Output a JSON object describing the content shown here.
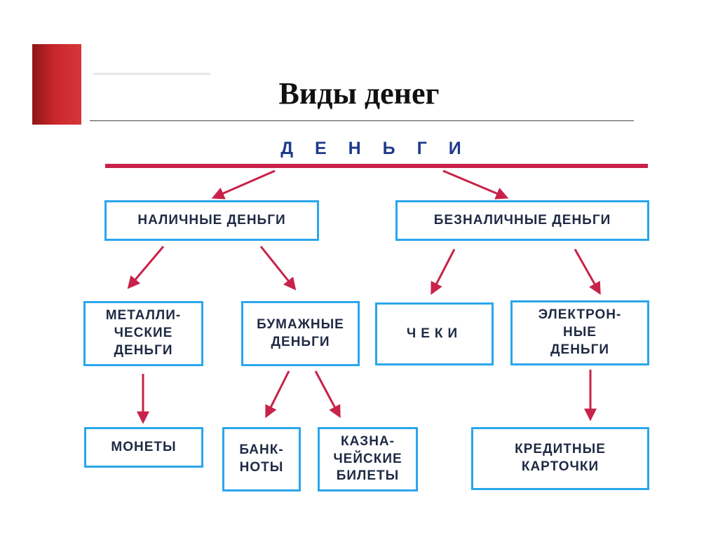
{
  "title": "Виды денег",
  "colors": {
    "accent": "#c8262b",
    "arrow": "#c8224a",
    "box_border": "#2aa6ec",
    "root_label": "#1e3a8a"
  },
  "diagram": {
    "root": "Д Е Н Ь Г И",
    "cash": "НАЛИЧНЫЕ ДЕНЬГИ",
    "noncash": "БЕЗНАЛИЧНЫЕ ДЕНЬГИ",
    "metal": "МЕТАЛЛИ-\nЧЕСКИЕ\nДЕНЬГИ",
    "paper": "БУМАЖНЫЕ\nДЕНЬГИ",
    "checks": "ЧЕКИ",
    "electronic": "ЭЛЕКТРОН-\nНЫЕ\nДЕНЬГИ",
    "coins": "МОНЕТЫ",
    "banknotes": "БАНК-\nНОТЫ",
    "treasury": "КАЗНА-\nЧЕЙСКИЕ\nБИЛЕТЫ",
    "credit_cards": "КРЕДИТНЫЕ\nКАРТОЧКИ"
  }
}
